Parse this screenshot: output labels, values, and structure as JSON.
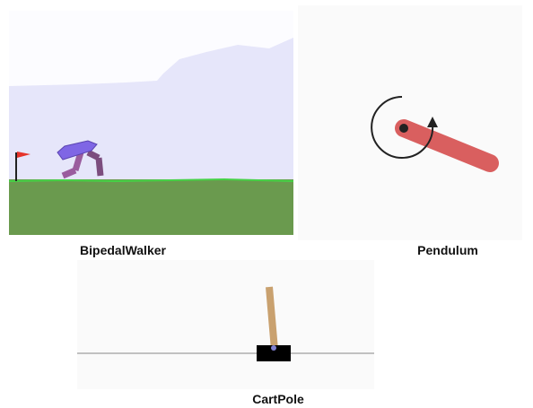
{
  "panels": [
    {
      "caption": "BipedalWalker"
    },
    {
      "caption": "Pendulum"
    },
    {
      "caption": "CartPole"
    }
  ],
  "colors": {
    "sky": "#e6e6fa",
    "ground": "#6a9a4e",
    "grass_line": "#46d146",
    "walker_body": "#7f66e5",
    "walker_leg_far": "#9a5c9e",
    "flag": "#e6332a",
    "pendulum_rod": "#d95f5f",
    "cart": "#000000",
    "pole": "#c9a16f"
  }
}
